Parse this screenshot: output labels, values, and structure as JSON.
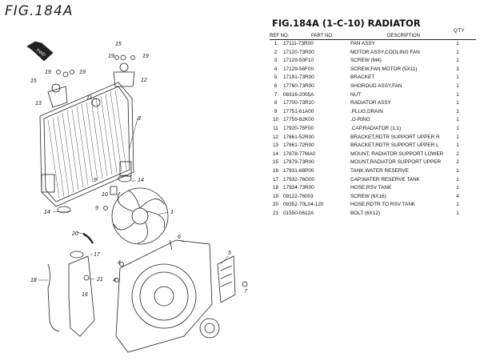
{
  "figure_label": "FIG.184A",
  "title": "FIG.184A (1-C-10) RADIATOR",
  "columns": {
    "ref": "REF NO.",
    "part": "PART NO.",
    "desc": "DESCRIPTION",
    "qty": "Q'TY"
  },
  "direction_tag": "FWD",
  "callouts": [
    "1",
    "4",
    "4",
    "5",
    "6",
    "7",
    "8",
    "9",
    "9",
    "10",
    "11",
    "12",
    "13",
    "14",
    "14",
    "15",
    "15",
    "16",
    "17",
    "18",
    "19",
    "19",
    "19",
    "19",
    "20",
    "21"
  ],
  "parts": [
    {
      "ref": "1",
      "part": "17111-73R00",
      "desc": "FAN ASSY",
      "qty": "1"
    },
    {
      "ref": "2",
      "part": "17120-73R00",
      "desc": "MOTOR ASSY,COOLING FAN",
      "qty": "1"
    },
    {
      "ref": "3",
      "part": "17129-50F10",
      "desc": "SCREW (M4)",
      "qty": "1"
    },
    {
      "ref": "4",
      "part": "17129-56F00",
      "desc": "SCREW,FAN MOTOR (5X11)",
      "qty": "3"
    },
    {
      "ref": "5",
      "part": "17191-73R00",
      "desc": "BRACKET",
      "qty": "1"
    },
    {
      "ref": "6",
      "part": "17760-73R00",
      "desc": "SHOROUD ASSY,FAN",
      "qty": "1"
    },
    {
      "ref": "7",
      "part": "08316-2005A",
      "desc": "NUT",
      "qty": "1"
    },
    {
      "ref": "8",
      "part": "17700-73R10",
      "desc": "RADIATOR ASSY",
      "qty": "1"
    },
    {
      "ref": "9",
      "part": "17751-61A00",
      "desc": ".PLUG,DRAIN",
      "qty": "1"
    },
    {
      "ref": "10",
      "part": "17759-82K00",
      "desc": ".O-RING",
      "qty": "1"
    },
    {
      "ref": "11",
      "part": "17920-75F00",
      "desc": ".CAP,RADIATOR (1.1)",
      "qty": "1"
    },
    {
      "ref": "12",
      "part": "17861-52R00",
      "desc": "BRACKET,RDTR SUPPORT UPPER R",
      "qty": "1"
    },
    {
      "ref": "13",
      "part": "17861-72R00",
      "desc": "BRACKET,RDTR SUPPORT UPPER L",
      "qty": "1"
    },
    {
      "ref": "14",
      "part": "17878-77MA0",
      "desc": "MOUNT, RADIATOR SUPPORT LOWER",
      "qty": "2"
    },
    {
      "ref": "15",
      "part": "17879-73R00",
      "desc": "MOUNT,RADIATOR SUPPORT UPPER",
      "qty": "2"
    },
    {
      "ref": "16",
      "part": "17931-68P00",
      "desc": "TANK,WATER RESERVE",
      "qty": "1"
    },
    {
      "ref": "17",
      "part": "17932-76G00",
      "desc": "CAP,WATER RESERVE TANK",
      "qty": "1"
    },
    {
      "ref": "18",
      "part": "17934-73R00",
      "desc": "HOSE,RSV TANK",
      "qty": "1"
    },
    {
      "ref": "19",
      "part": "09122-76003",
      "desc": "SCREW (6X16)",
      "qty": "4"
    },
    {
      "ref": "20",
      "part": "09352-70L04-120",
      "desc": "HOSE,RDTR TO RSV TANK",
      "qty": "1"
    },
    {
      "ref": "21",
      "part": "01550-0612A",
      "desc": "BOLT (6X12)",
      "qty": "1"
    }
  ]
}
